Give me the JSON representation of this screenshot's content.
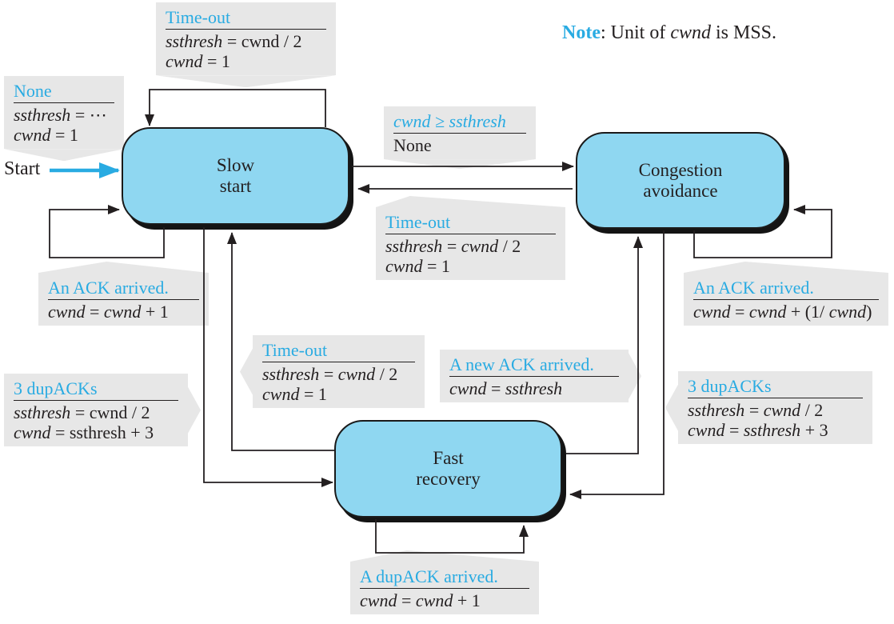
{
  "note": {
    "segments": [
      {
        "t": "Note",
        "b": 1,
        "blue": 1
      },
      {
        "t": ": Unit of "
      },
      {
        "t": "cwnd",
        "i": 1
      },
      {
        "t": " is MSS."
      }
    ]
  },
  "start": {
    "label": "Start"
  },
  "states": {
    "slow_start": {
      "lines": [
        "Slow",
        "start"
      ]
    },
    "congestion_avoidance": {
      "lines": [
        "Congestion",
        "avoidance"
      ]
    },
    "fast_recovery": {
      "lines": [
        "Fast",
        "recovery"
      ]
    }
  },
  "labels": {
    "timeout_top": {
      "title": "Time-out",
      "lines": [
        [
          {
            "t": "ssthresh",
            "i": 1
          },
          {
            "t": " = cwnd / 2"
          }
        ],
        [
          {
            "t": "cwnd",
            "i": 1
          },
          {
            "t": " = 1"
          }
        ]
      ]
    },
    "none_start": {
      "title": "None",
      "lines": [
        [
          {
            "t": "ssthresh",
            "i": 1
          },
          {
            "t": " = ⋯"
          }
        ],
        [
          {
            "t": "cwnd",
            "i": 1
          },
          {
            "t": " = 1"
          }
        ]
      ]
    },
    "cwnd_ge_ssthresh": {
      "title": "cwnd ≥ ssthresh",
      "lines": [
        [
          {
            "t": "None"
          }
        ]
      ]
    },
    "timeout_ca": {
      "title": "Time-out",
      "lines": [
        [
          {
            "t": "ssthresh",
            "i": 1
          },
          {
            "t": " = "
          },
          {
            "t": "cwnd",
            "i": 1
          },
          {
            "t": " / 2"
          }
        ],
        [
          {
            "t": "cwnd",
            "i": 1
          },
          {
            "t": " = 1"
          }
        ]
      ]
    },
    "ack_ss": {
      "title": "An ACK arrived.",
      "lines": [
        [
          {
            "t": "cwnd",
            "i": 1
          },
          {
            "t": " = "
          },
          {
            "t": "cwnd",
            "i": 1
          },
          {
            "t": " + 1"
          }
        ]
      ]
    },
    "ack_ca": {
      "title": "An ACK arrived.",
      "lines": [
        [
          {
            "t": "cwnd",
            "i": 1
          },
          {
            "t": " = "
          },
          {
            "t": "cwnd",
            "i": 1
          },
          {
            "t": " + (1/ "
          },
          {
            "t": "cwnd",
            "i": 1
          },
          {
            "t": ")"
          }
        ]
      ]
    },
    "dupacks_ss": {
      "title": "3 dupACKs",
      "lines": [
        [
          {
            "t": "ssthresh",
            "i": 1
          },
          {
            "t": " = cwnd / 2"
          }
        ],
        [
          {
            "t": "cwnd",
            "i": 1
          },
          {
            "t": " = ssthresh + 3"
          }
        ]
      ]
    },
    "timeout_fr": {
      "title": "Time-out",
      "lines": [
        [
          {
            "t": "ssthresh",
            "i": 1
          },
          {
            "t": " = "
          },
          {
            "t": "cwnd",
            "i": 1
          },
          {
            "t": " / 2"
          }
        ],
        [
          {
            "t": "cwnd",
            "i": 1
          },
          {
            "t": " = 1"
          }
        ]
      ]
    },
    "newack_fr": {
      "title": "A new ACK arrived.",
      "lines": [
        [
          {
            "t": "cwnd",
            "i": 1
          },
          {
            "t": " = "
          },
          {
            "t": "ssthresh",
            "i": 1
          }
        ]
      ]
    },
    "dupacks_ca": {
      "title": "3 dupACKs",
      "lines": [
        [
          {
            "t": "ssthresh",
            "i": 1
          },
          {
            "t": " = "
          },
          {
            "t": "cwnd",
            "i": 1
          },
          {
            "t": " / 2"
          }
        ],
        [
          {
            "t": "cwnd",
            "i": 1
          },
          {
            "t": " = "
          },
          {
            "t": "ssthresh",
            "i": 1
          },
          {
            "t": " + 3"
          }
        ]
      ]
    },
    "dupack_fr": {
      "title": "A dupACK arrived.",
      "lines": [
        [
          {
            "t": "cwnd",
            "i": 1
          },
          {
            "t": " = "
          },
          {
            "t": "cwnd",
            "i": 1
          },
          {
            "t": " + 1"
          }
        ]
      ]
    }
  },
  "colors": {
    "accent_blue": "#29ABE2",
    "state_fill": "#8FD7F1",
    "label_bg": "#E7E7E7",
    "line": "#231F20"
  }
}
